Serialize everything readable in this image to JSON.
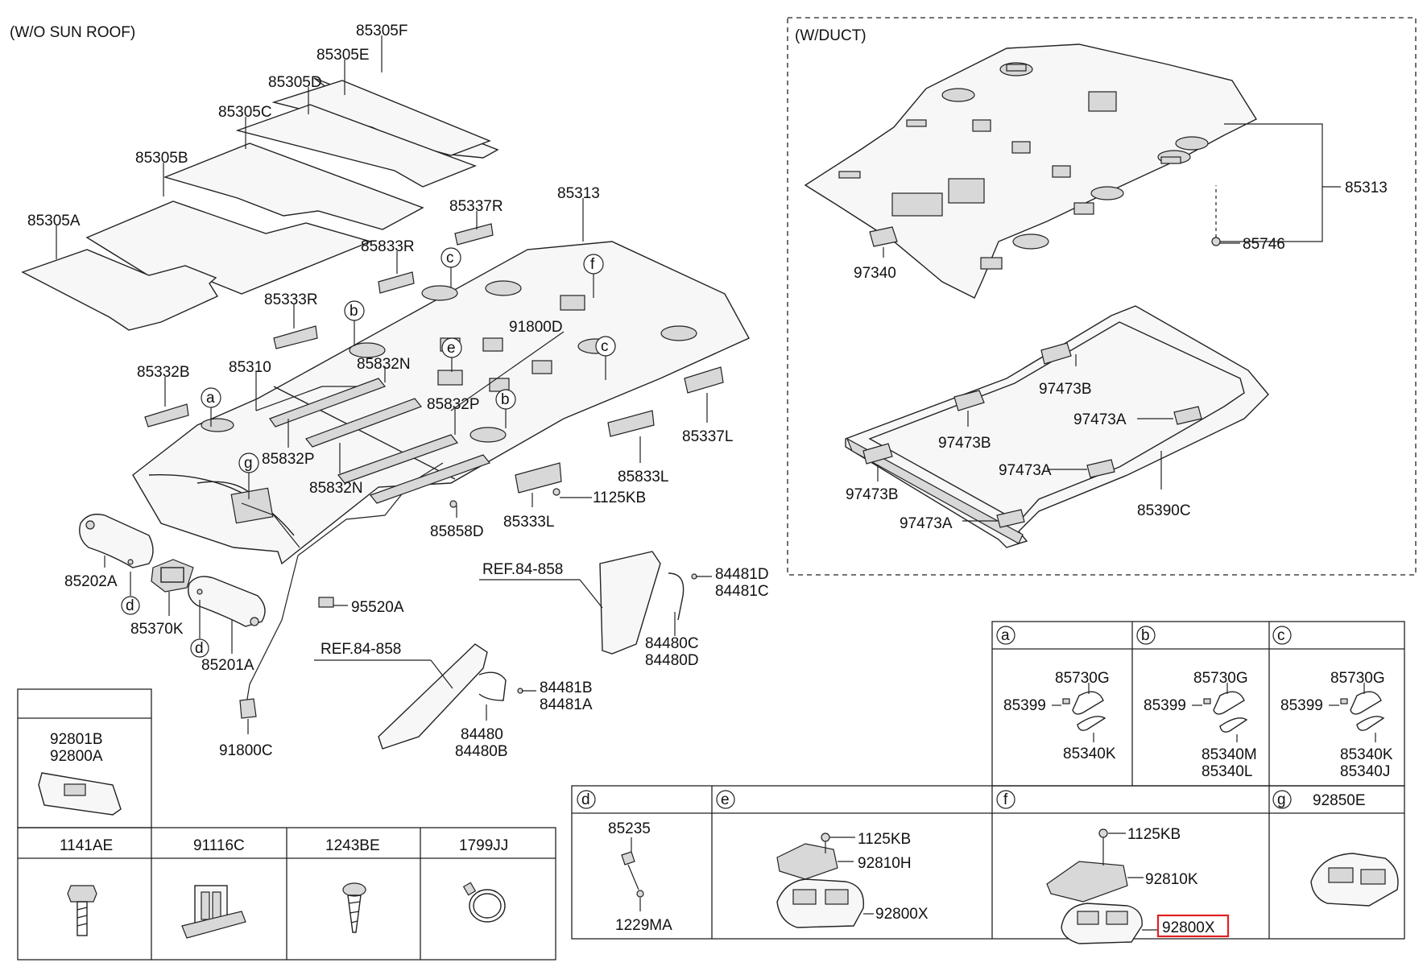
{
  "headers": {
    "wo_sunroof": "(W/O SUN ROOF)",
    "w_duct": "(W/DUCT)"
  },
  "parts": {
    "p85305F": "85305F",
    "p85305E": "85305E",
    "p85305D": "85305D",
    "p85305C": "85305C",
    "p85305B": "85305B",
    "p85305A": "85305A",
    "p85313": "85313",
    "p85337R": "85337R",
    "p85833R": "85833R",
    "p85333R": "85333R",
    "p91800D": "91800D",
    "p85332B": "85332B",
    "p85310": "85310",
    "p85832N_top": "85832N",
    "p85832P_right": "85832P",
    "p85832P_left": "85832P",
    "p85832N_bottom": "85832N",
    "p85337L": "85337L",
    "p85833L": "85833L",
    "p1125KB_main": "1125KB",
    "p85333L": "85333L",
    "p85858D": "85858D",
    "p85202A": "85202A",
    "p85370K": "85370K",
    "p85201A": "85201A",
    "p95520A": "95520A",
    "p91800C": "91800C",
    "ref_upper": "REF.84-858",
    "ref_lower": "REF.84-858",
    "p84481D": "84481D",
    "p84481C": "84481C",
    "p84480C": "84480C",
    "p84480D": "84480D",
    "p84481B": "84481B",
    "p84481A": "84481A",
    "p84480": "84480",
    "p84480B": "84480B",
    "duct_85313": "85313",
    "p97340": "97340",
    "p85746": "85746",
    "p97473B_1": "97473B",
    "p97473B_2": "97473B",
    "p97473B_3": "97473B",
    "p97473A_1": "97473A",
    "p97473A_2": "97473A",
    "p97473A_3": "97473A",
    "p85390C": "85390C"
  },
  "callouts": {
    "a": "a",
    "b": "b",
    "c": "c",
    "d": "d",
    "e": "e",
    "f": "f",
    "g": "g"
  },
  "legend_a": {
    "letter": "a",
    "p1": "85730G",
    "p2": "85399",
    "p3": "85340K"
  },
  "legend_b": {
    "letter": "b",
    "p1": "85730G",
    "p2": "85399",
    "p3": "85340M",
    "p4": "85340L"
  },
  "legend_c": {
    "letter": "c",
    "p1": "85730G",
    "p2": "85399",
    "p3": "85340K",
    "p4": "85340J"
  },
  "legend_d": {
    "letter": "d",
    "p1": "85235",
    "p2": "1229MA"
  },
  "legend_e": {
    "letter": "e",
    "p1": "1125KB",
    "p2": "92810H",
    "p3": "92800X"
  },
  "legend_f": {
    "letter": "f",
    "p1": "1125KB",
    "p2": "92810K",
    "p3": "92800X"
  },
  "legend_g": {
    "letter": "g",
    "p1": "92850E"
  },
  "lamp_box": {
    "p1": "92801B",
    "p2": "92800A"
  },
  "hardware": [
    "1141AE",
    "91116C",
    "1243BE",
    "1799JJ"
  ],
  "highlight": {
    "part": "92800X",
    "color": "#e02020"
  }
}
